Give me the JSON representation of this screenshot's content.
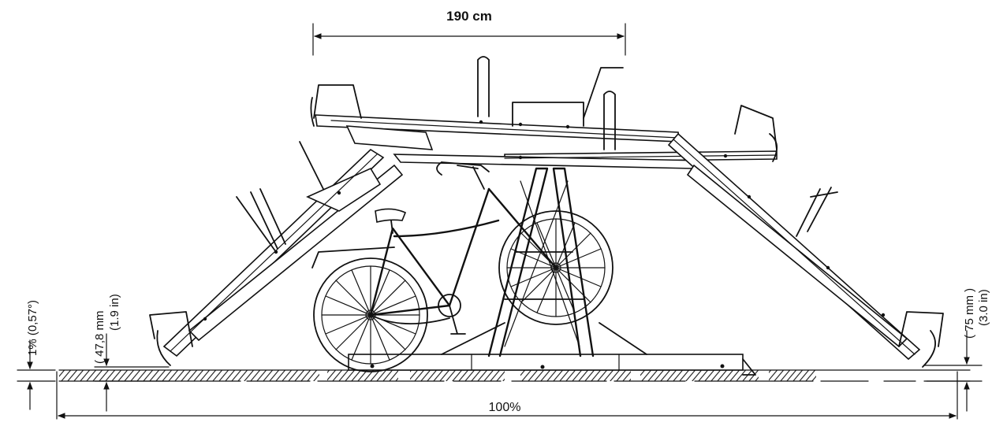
{
  "dimensions": {
    "top_width": "190 cm",
    "bottom_width": "100%",
    "left_slope": "1% (0,57°)",
    "left_height_mm": "47,8 mm",
    "left_height_in": "(1.9 in)",
    "right_height_mm": "75 mm",
    "right_height_in": "(3.0 in)"
  }
}
